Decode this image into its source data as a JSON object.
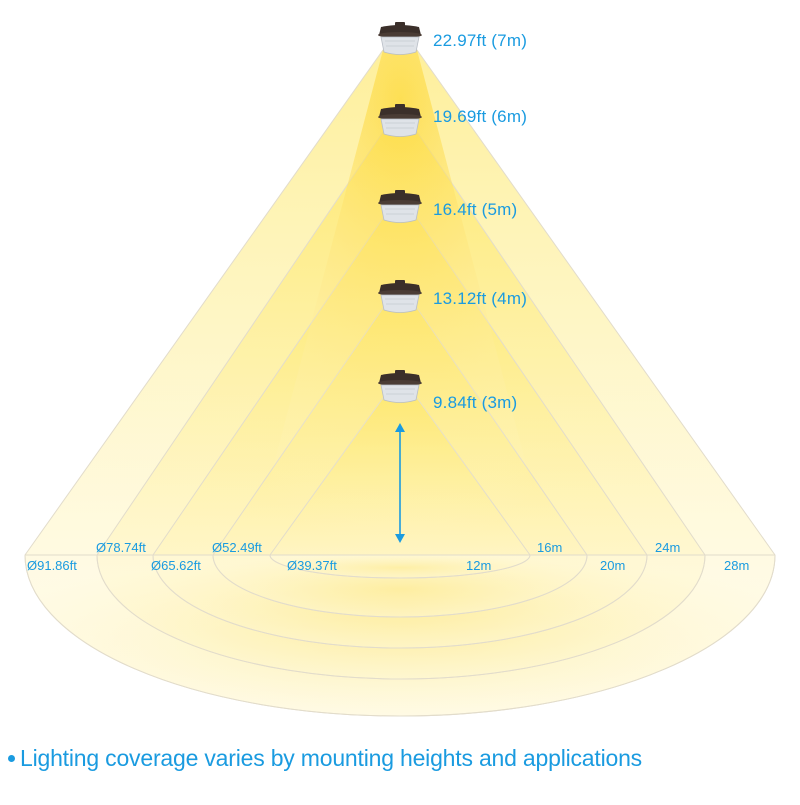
{
  "colors": {
    "accent_text": "#1a9be0",
    "beam_core": "#fde34a",
    "beam_mid": "#fdf0a8",
    "beam_edge": "#fffbea",
    "outline": "#e2dccb",
    "fixture_body": "#3b2f2a",
    "fixture_lens": "#d9dde2"
  },
  "fixtures": [
    {
      "height_label": "22.97ft (7m)",
      "height_ft": 22.97,
      "height_m": 7,
      "coverage_m": 28,
      "diameter_label": "Ø91.86ft",
      "coverage_label": "28m"
    },
    {
      "height_label": "19.69ft (6m)",
      "height_ft": 19.69,
      "height_m": 6,
      "coverage_m": 24,
      "diameter_label": "Ø78.74ft",
      "coverage_label": "24m"
    },
    {
      "height_label": "16.4ft (5m)",
      "height_ft": 16.4,
      "height_m": 5,
      "coverage_m": 20,
      "diameter_label": "Ø65.62ft",
      "coverage_label": "20m"
    },
    {
      "height_label": "13.12ft (4m)",
      "height_ft": 13.12,
      "height_m": 4,
      "coverage_m": 16,
      "diameter_label": "Ø52.49ft",
      "coverage_label": "16m"
    },
    {
      "height_label": "9.84ft (3m)",
      "height_ft": 9.84,
      "height_m": 3,
      "coverage_m": 12,
      "diameter_label": "Ø39.37ft",
      "coverage_label": "12m"
    }
  ],
  "caption": "Lighting coverage varies by mounting heights and applications"
}
